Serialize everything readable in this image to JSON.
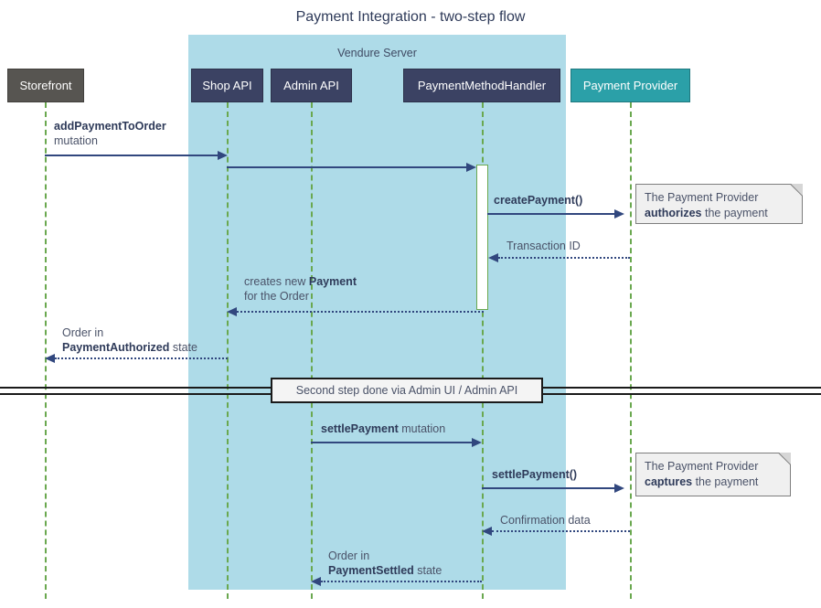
{
  "diagram": {
    "type": "sequence",
    "title": "Payment Integration - two-step flow",
    "group": {
      "label": "Vendure Server",
      "color": "#aedbe8"
    },
    "colors": {
      "arrow": "#31477e",
      "lifeline": "#6aa84f",
      "participant_dark": "#3b4263",
      "participant_grey": "#575551",
      "participant_teal": "#2ba0a8",
      "note_bg": "#f0f0f0",
      "note_border": "#7d7d7d",
      "divider": "#1a1a1a",
      "text": "#4a5268"
    },
    "participants": [
      {
        "name": "storefront",
        "label": "Storefront",
        "style": "grey",
        "in_group": false
      },
      {
        "name": "shop-api",
        "label": "Shop API",
        "style": "dark",
        "in_group": true
      },
      {
        "name": "admin-api",
        "label": "Admin API",
        "style": "dark",
        "in_group": true
      },
      {
        "name": "payment-method-handler",
        "label": "PaymentMethodHandler",
        "style": "dark",
        "in_group": true
      },
      {
        "name": "payment-provider",
        "label": "Payment Provider",
        "style": "teal",
        "in_group": false
      }
    ],
    "messages": [
      {
        "name": "add-payment-to-order",
        "from": "storefront",
        "to": "shop-api",
        "line": "solid",
        "direction": "right",
        "label_line1_bold": "addPaymentToOrder",
        "label_line2": "mutation"
      },
      {
        "name": "shop-api-to-handler",
        "from": "shop-api",
        "to": "payment-method-handler",
        "line": "solid",
        "direction": "right",
        "label_line1_bold": "",
        "label_line2": ""
      },
      {
        "name": "create-payment",
        "from": "payment-method-handler",
        "to": "payment-provider",
        "line": "solid",
        "direction": "right",
        "label_bold": "createPayment()"
      },
      {
        "name": "transaction-id",
        "from": "payment-provider",
        "to": "payment-method-handler",
        "line": "dotted",
        "direction": "left",
        "label": "Transaction ID"
      },
      {
        "name": "creates-new-payment",
        "from": "payment-method-handler",
        "to": "shop-api",
        "line": "dotted",
        "direction": "left",
        "label_line1_pre": "creates new ",
        "label_line1_bold": "Payment",
        "label_line2": "for the Order"
      },
      {
        "name": "order-payment-authorized",
        "from": "shop-api",
        "to": "storefront",
        "line": "dotted",
        "direction": "left",
        "label_line1": "Order in",
        "label_line2_bold": "PaymentAuthorized",
        "label_line2_post": " state"
      },
      {
        "name": "settle-payment-mutation",
        "from": "admin-api",
        "to": "payment-method-handler",
        "line": "solid",
        "direction": "right",
        "label_bold": "settlePayment",
        "label_post": " mutation"
      },
      {
        "name": "settle-payment-call",
        "from": "payment-method-handler",
        "to": "payment-provider",
        "line": "solid",
        "direction": "right",
        "label_bold": "settlePayment()"
      },
      {
        "name": "confirmation-data",
        "from": "payment-provider",
        "to": "payment-method-handler",
        "line": "dotted",
        "direction": "left",
        "label": "Confirmation data"
      },
      {
        "name": "order-payment-settled",
        "from": "payment-method-handler",
        "to": "admin-api",
        "line": "dotted",
        "direction": "left",
        "label_line1": "Order in",
        "label_line2_bold": "PaymentSettled",
        "label_line2_post": " state"
      }
    ],
    "notes": [
      {
        "name": "note-authorizes",
        "line1": "The Payment Provider",
        "line2_bold": "authorizes",
        "line2_post": " the payment"
      },
      {
        "name": "note-captures",
        "line1": "The Payment Provider",
        "line2_bold": "captures",
        "line2_post": " the payment"
      }
    ],
    "divider": {
      "name": "second-step-divider",
      "label": "Second step done via Admin UI / Admin API"
    }
  }
}
